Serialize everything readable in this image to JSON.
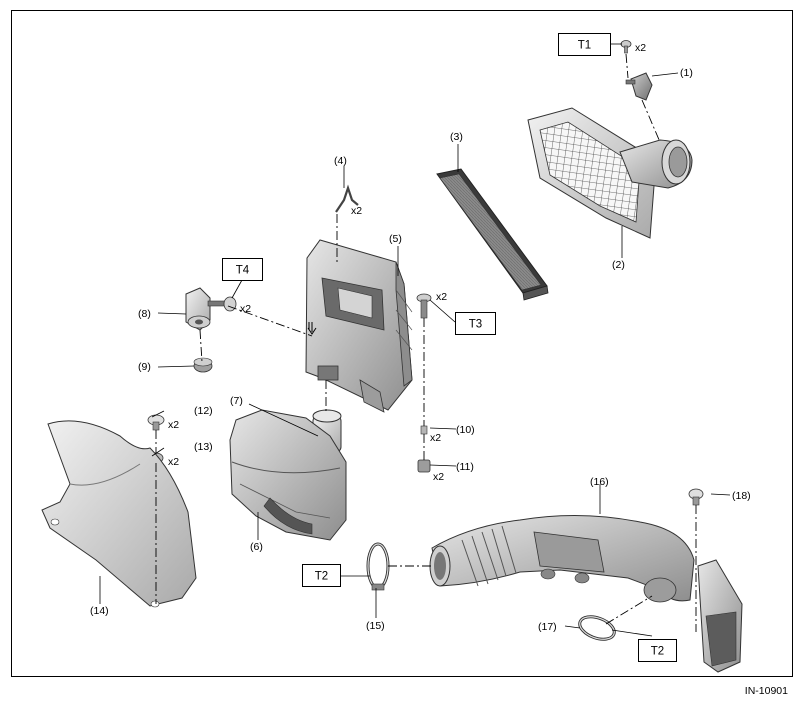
{
  "figure_id": "IN-10901",
  "parts": [
    {
      "id": "p1",
      "label": "(1)"
    },
    {
      "id": "p2",
      "label": "(2)"
    },
    {
      "id": "p3",
      "label": "(3)"
    },
    {
      "id": "p4",
      "label": "(4)"
    },
    {
      "id": "p5",
      "label": "(5)"
    },
    {
      "id": "p6",
      "label": "(6)"
    },
    {
      "id": "p7",
      "label": "(7)"
    },
    {
      "id": "p8",
      "label": "(8)"
    },
    {
      "id": "p9",
      "label": "(9)"
    },
    {
      "id": "p10",
      "label": "(10)"
    },
    {
      "id": "p11",
      "label": "(11)"
    },
    {
      "id": "p12",
      "label": "(12)"
    },
    {
      "id": "p13",
      "label": "(13)"
    },
    {
      "id": "p14",
      "label": "(14)"
    },
    {
      "id": "p15",
      "label": "(15)"
    },
    {
      "id": "p16",
      "label": "(16)"
    },
    {
      "id": "p17",
      "label": "(17)"
    },
    {
      "id": "p18",
      "label": "(18)"
    }
  ],
  "torque_refs": [
    {
      "id": "t1",
      "label": "T1"
    },
    {
      "id": "t2a",
      "label": "T2"
    },
    {
      "id": "t2b",
      "label": "T2"
    },
    {
      "id": "t3",
      "label": "T3"
    },
    {
      "id": "t4",
      "label": "T4"
    }
  ],
  "quantity_marks": [
    {
      "id": "q1",
      "text": "x2"
    },
    {
      "id": "q4",
      "text": "x2"
    },
    {
      "id": "q8",
      "text": "x2"
    },
    {
      "id": "qT3",
      "text": "x2"
    },
    {
      "id": "q10",
      "text": "x2"
    },
    {
      "id": "q11",
      "text": "x2"
    },
    {
      "id": "q12",
      "text": "x2"
    },
    {
      "id": "q13",
      "text": "x2"
    }
  ]
}
